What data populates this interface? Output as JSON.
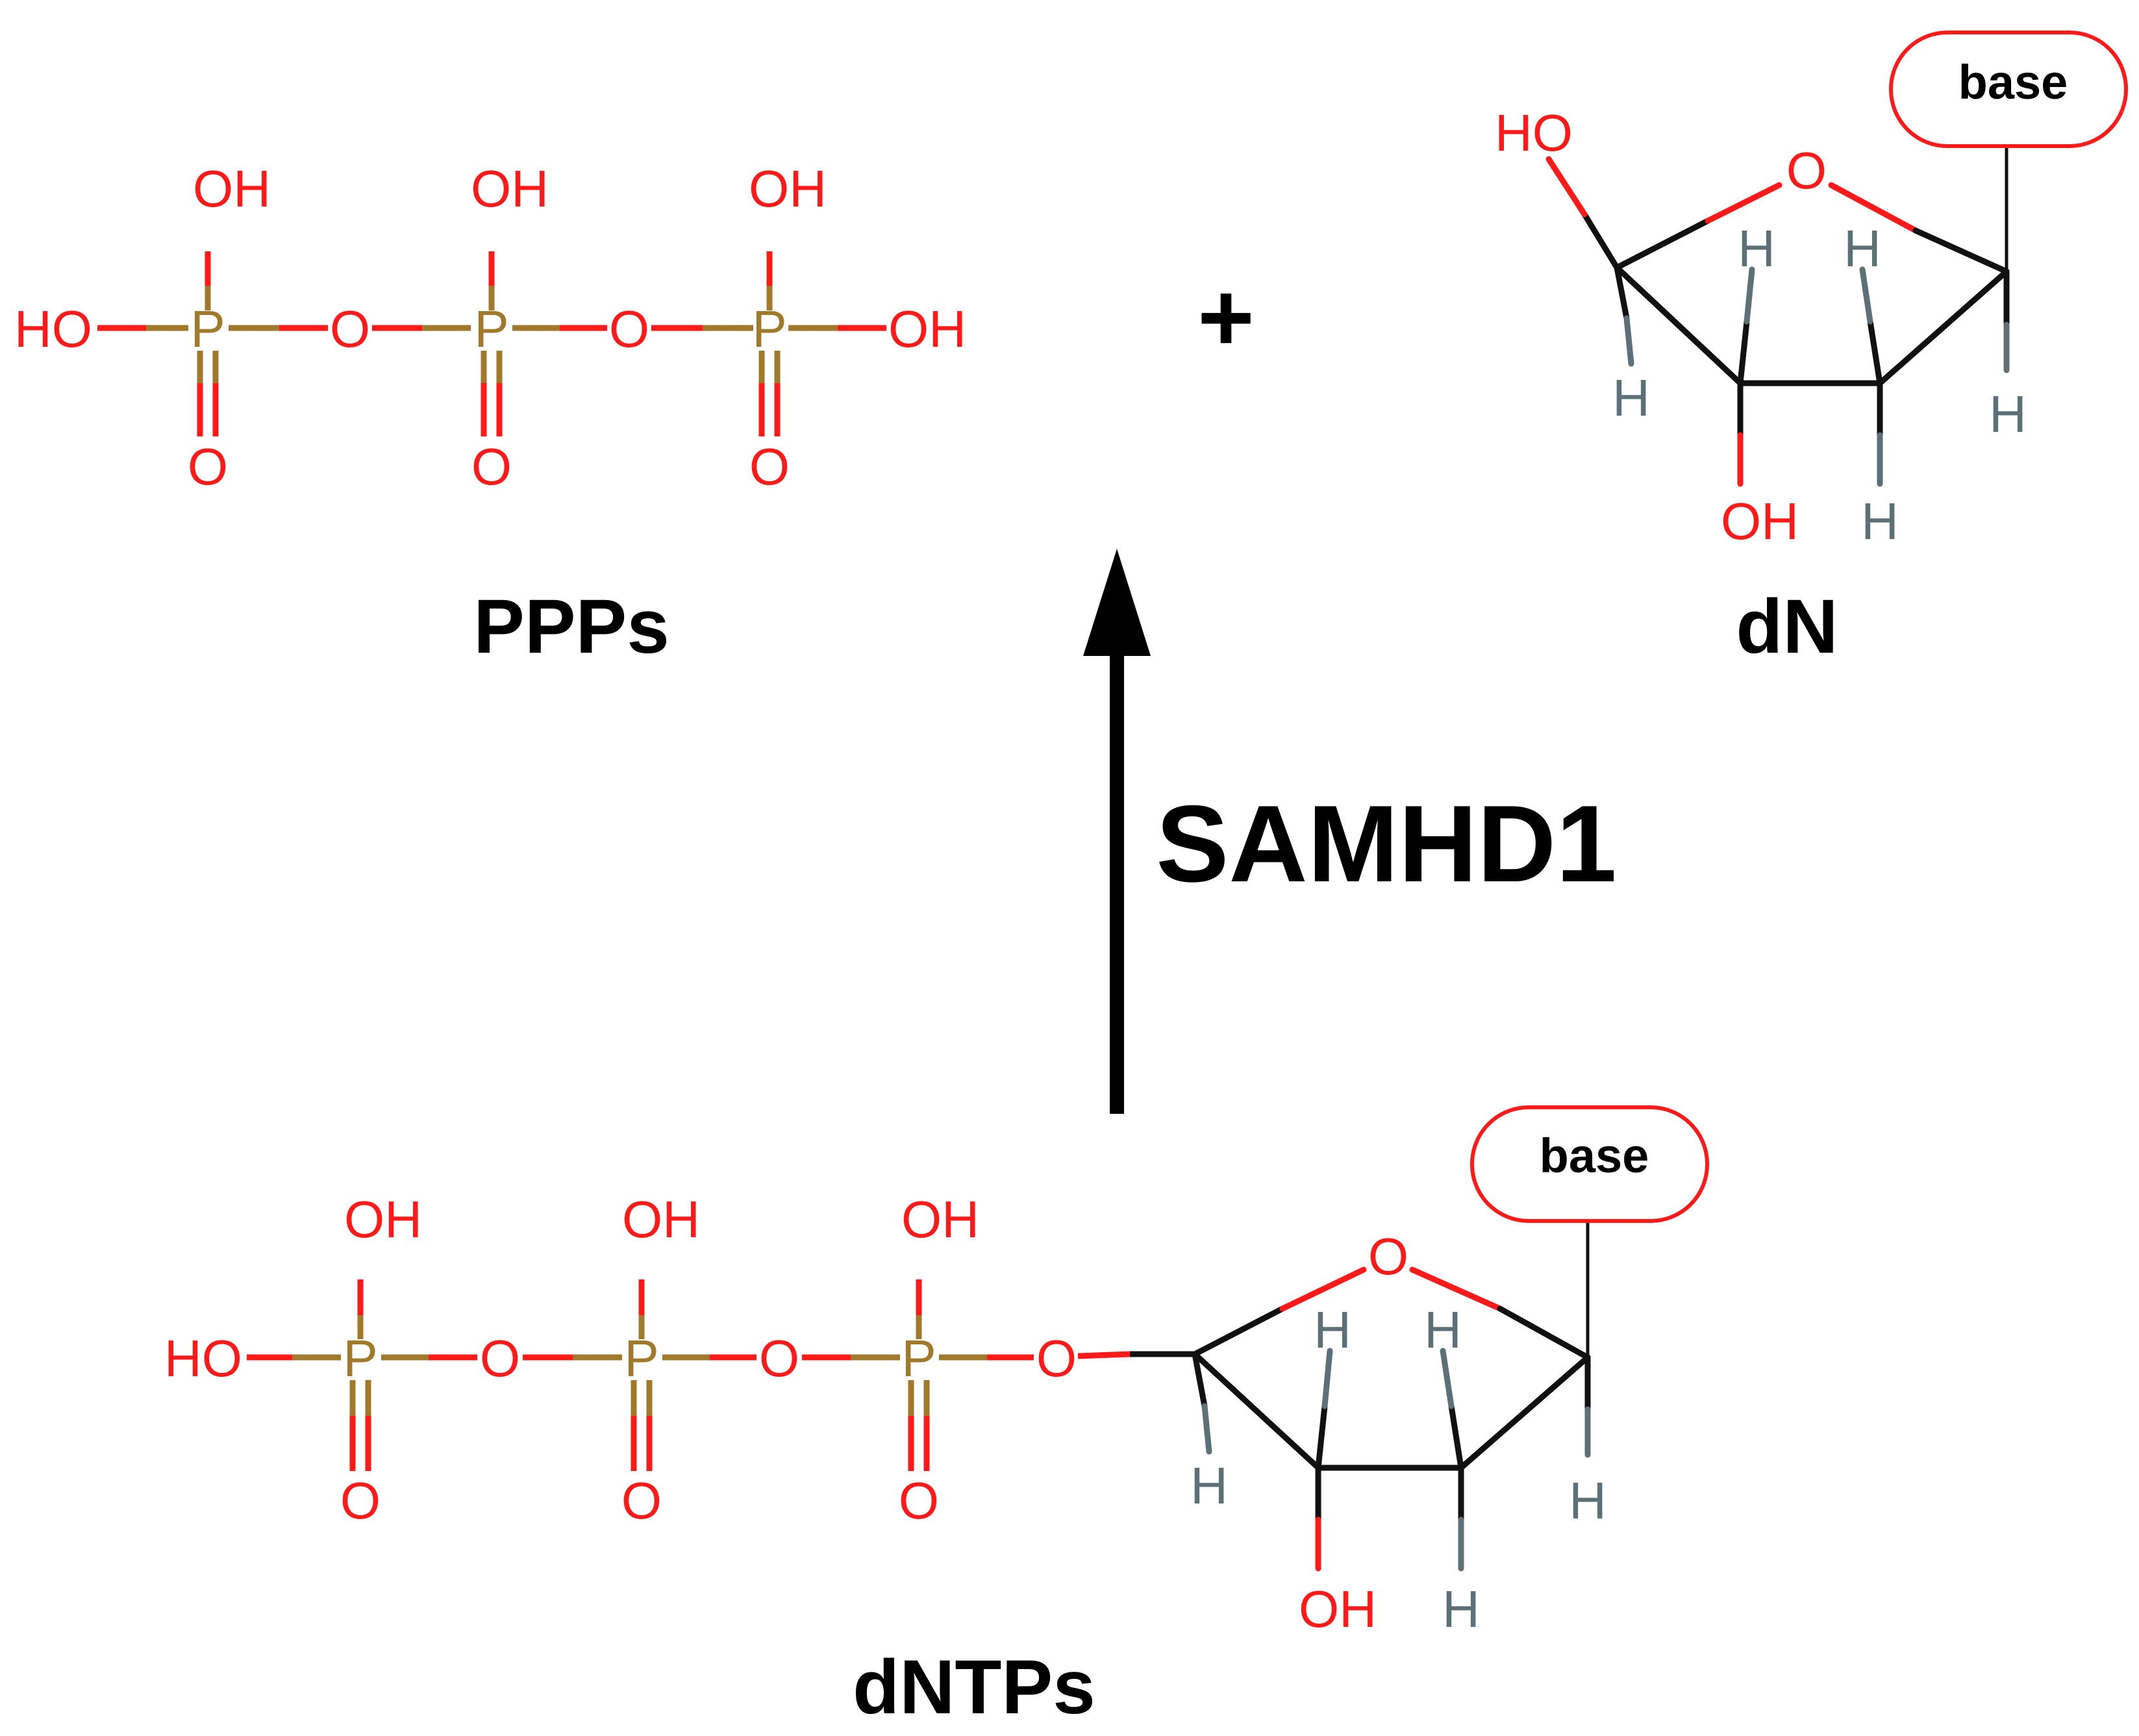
{
  "colors": {
    "oxygen": "#ff1a1a",
    "phosphorus": "#a07a2a",
    "carbon_bond": "#111111",
    "hydrogen": "#5c7078",
    "text": "#000000"
  },
  "atoms": {
    "oh": "OH",
    "ho": "HO",
    "p": "P",
    "o": "O",
    "h": "H"
  },
  "products": {
    "ppp_label": "PPPs",
    "plus": "+",
    "dn_label": "dN",
    "dn_base": "base"
  },
  "reaction": {
    "enzyme": "SAMHD1"
  },
  "substrate": {
    "label": "dNTPs",
    "base": "base"
  }
}
